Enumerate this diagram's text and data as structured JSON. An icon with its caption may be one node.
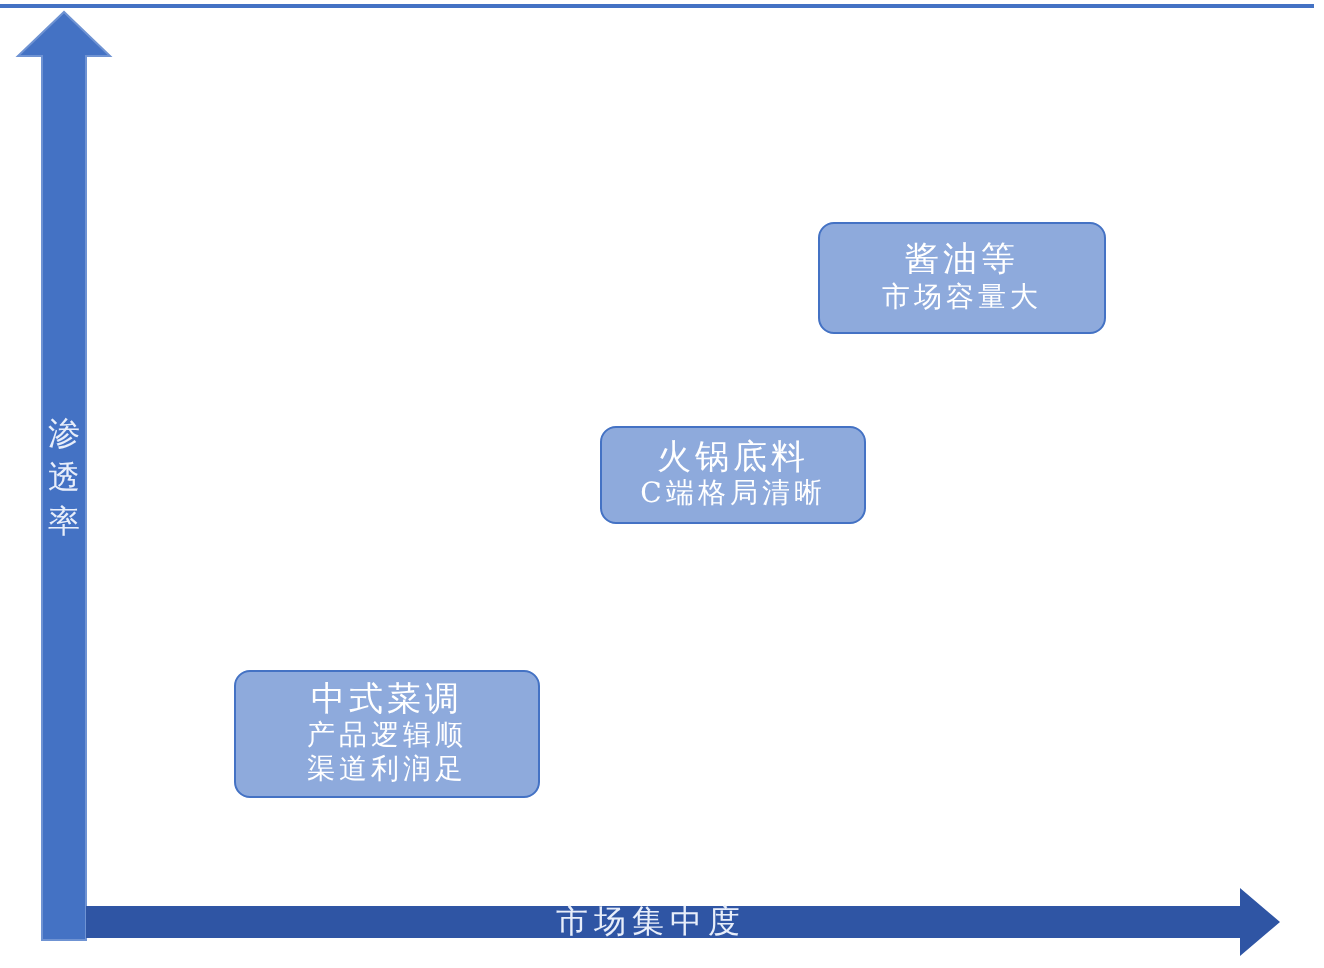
{
  "diagram": {
    "nodes": [
      {
        "text": [
          "酱油等",
          "市场容量大"
        ]
      },
      {
        "text": [
          "火锅底料",
          "C端格局清晰"
        ]
      },
      {
        "text": [
          "中式菜调",
          "产品逻辑顺",
          "渠道利润足"
        ]
      }
    ],
    "labels": [
      "渗透率",
      "市场集中度"
    ]
  }
}
